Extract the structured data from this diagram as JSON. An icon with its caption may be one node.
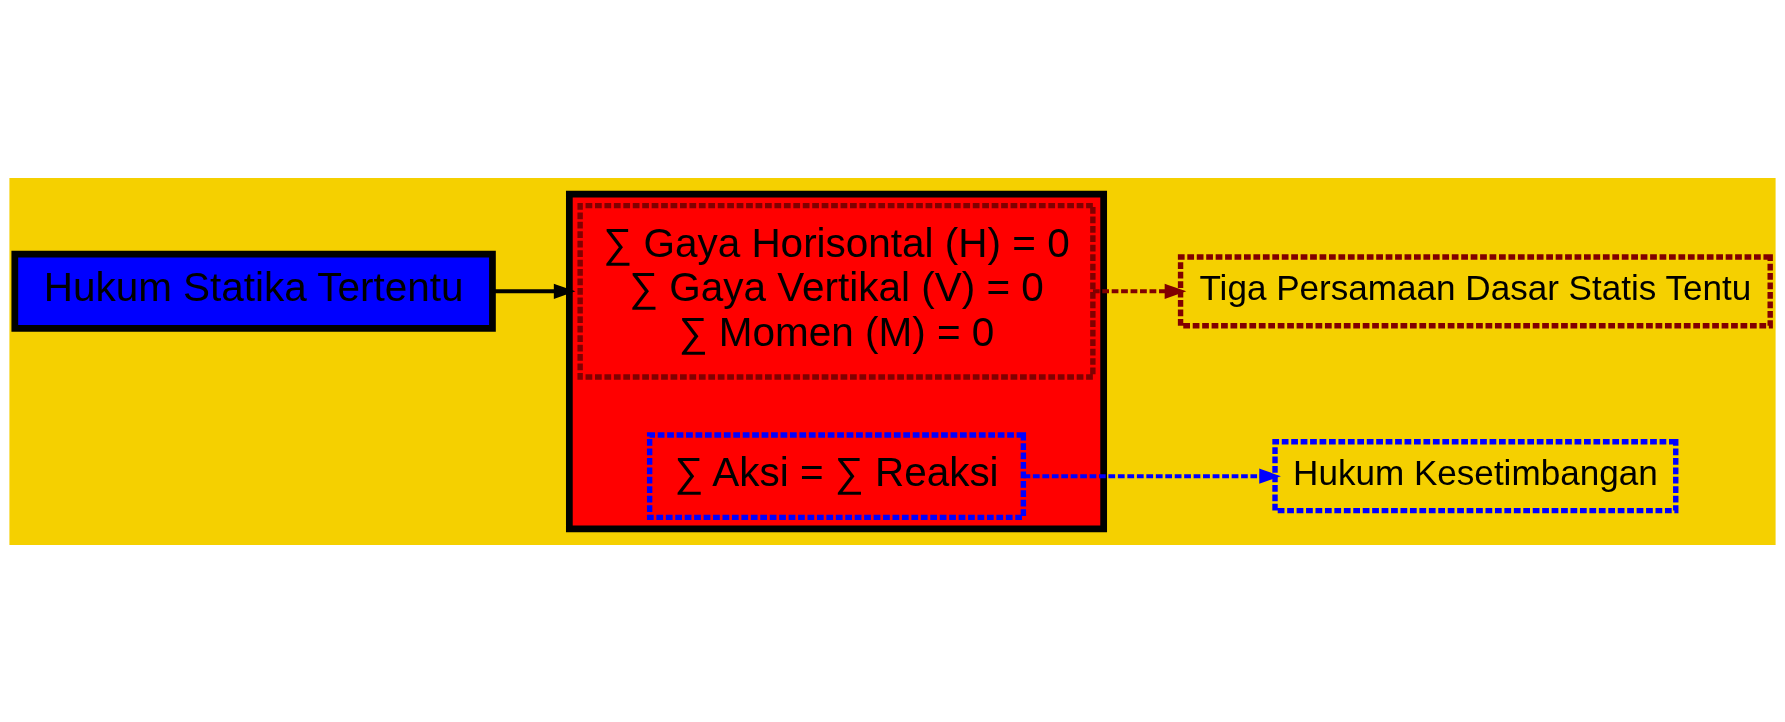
{
  "diagram": {
    "nodes": [
      {
        "text": [
          "Hukum Statika Tertentu"
        ]
      },
      {
        "text": [],
        "shape": "box"
      },
      {
        "text": [
          "∑ Gaya Horisontal (H) = 0",
          "∑ Gaya Vertikal (V) = 0",
          "∑ Momen (M) = 0"
        ],
        "in": 1
      },
      {
        "text": [
          "∑ Aksi = ∑ Reaksi"
        ],
        "in": 1
      },
      {
        "text": [
          "Tiga Persamaan Dasar Statis Tentu"
        ]
      },
      {
        "text": [
          "Hukum Kesetimbangan"
        ]
      }
    ],
    "edges": [
      {
        "from": 0,
        "to": 1,
        "arrow": "to"
      },
      {
        "from": 2,
        "to": 4,
        "arrow": "to",
        "style": "dashed",
        "color": "#800000"
      },
      {
        "from": 3,
        "to": 5,
        "arrow": "to",
        "style": "dashed",
        "color": "#0000ff"
      }
    ]
  }
}
